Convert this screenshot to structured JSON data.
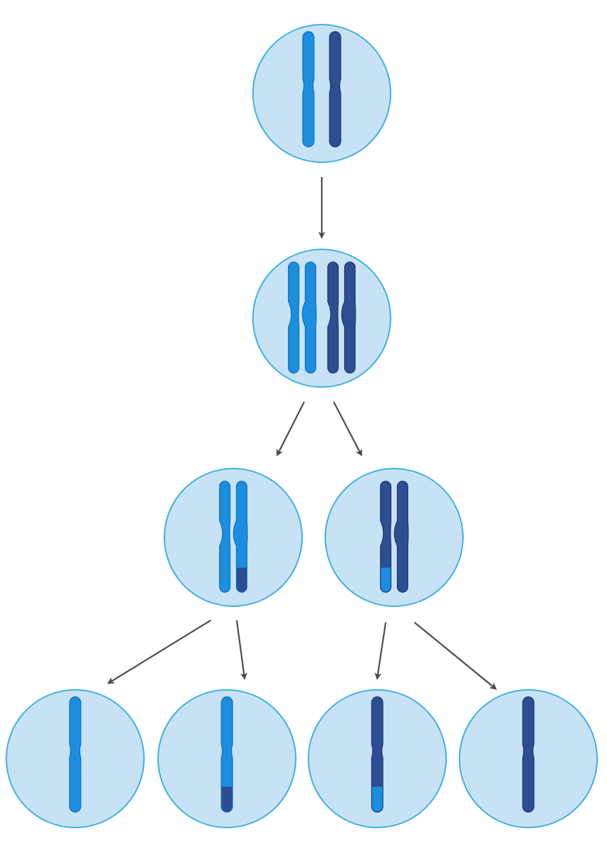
{
  "diagram": {
    "colors": {
      "background": "#ffffff",
      "cell_fill": "#c7e2f5",
      "cell_border": "#3fb1dc",
      "chromosome_light": "#1b8ee0",
      "chromosome_light_edge": "#0f6fb8",
      "chromosome_dark": "#2e4e93",
      "chromosome_dark_edge": "#1f356b",
      "arrow": "#4b4b4b"
    },
    "stages": [
      {
        "id": "parent-cell",
        "cells": [
          {
            "id": "cell-parent",
            "chromosomes": [
              {
                "kind": "single",
                "color": "light"
              },
              {
                "kind": "single",
                "color": "dark"
              }
            ]
          }
        ]
      },
      {
        "id": "replicated-cell",
        "cells": [
          {
            "id": "cell-replicated",
            "chromosomes": [
              {
                "kind": "duplicated",
                "color": "light"
              },
              {
                "kind": "duplicated",
                "color": "dark"
              }
            ]
          }
        ]
      },
      {
        "id": "meiosis-i-products",
        "cells": [
          {
            "id": "cell-meiosis-i-left",
            "chromosomes": [
              {
                "kind": "duplicated-crossover",
                "color": "light",
                "swapped_segment": "right-chromatid-bottom",
                "segment_color": "dark"
              }
            ]
          },
          {
            "id": "cell-meiosis-i-right",
            "chromosomes": [
              {
                "kind": "duplicated-crossover",
                "color": "dark",
                "swapped_segment": "left-chromatid-bottom",
                "segment_color": "light"
              }
            ]
          }
        ]
      },
      {
        "id": "meiosis-ii-products",
        "cells": [
          {
            "id": "cell-gamete-1",
            "chromosomes": [
              {
                "kind": "single",
                "color": "light"
              }
            ]
          },
          {
            "id": "cell-gamete-2",
            "chromosomes": [
              {
                "kind": "single-recombinant",
                "color": "light",
                "segment_color": "dark"
              }
            ]
          },
          {
            "id": "cell-gamete-3",
            "chromosomes": [
              {
                "kind": "single-recombinant",
                "color": "dark",
                "segment_color": "light"
              }
            ]
          },
          {
            "id": "cell-gamete-4",
            "chromosomes": [
              {
                "kind": "single",
                "color": "dark"
              }
            ]
          }
        ]
      }
    ],
    "arrows": [
      {
        "from": "cell-parent",
        "to": "cell-replicated"
      },
      {
        "from": "cell-replicated",
        "to": "cell-meiosis-i-left"
      },
      {
        "from": "cell-replicated",
        "to": "cell-meiosis-i-right"
      },
      {
        "from": "cell-meiosis-i-left",
        "to": "cell-gamete-1"
      },
      {
        "from": "cell-meiosis-i-left",
        "to": "cell-gamete-2"
      },
      {
        "from": "cell-meiosis-i-right",
        "to": "cell-gamete-3"
      },
      {
        "from": "cell-meiosis-i-right",
        "to": "cell-gamete-4"
      }
    ]
  }
}
